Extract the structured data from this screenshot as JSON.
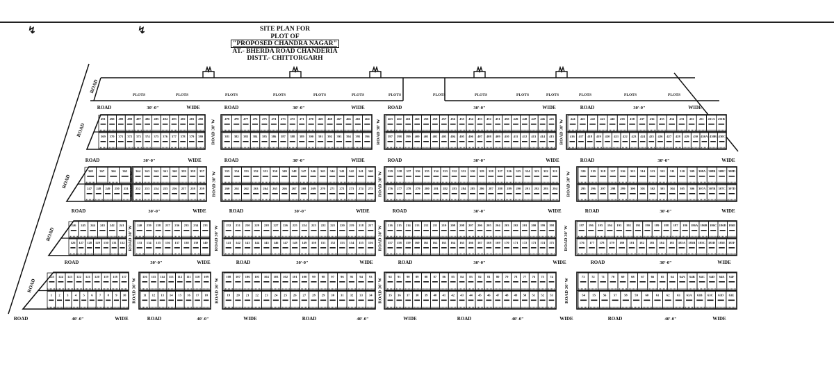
{
  "title": {
    "line1": "SITE PLAN FOR",
    "line2": "PLOT OF",
    "line3": "\"PROPOSED CHANDRA NAGAR\"",
    "line4": "AT.- BHERDA ROAD CHANDERIA",
    "line5": "DISTT.- CHITTORGARH"
  },
  "labels": {
    "plots": "PLOTS",
    "road": "ROAD",
    "road_30_w": "ROAD 30' W",
    "width_30": "30'-0\"",
    "width_40": "40'-0\"",
    "wide": "WIDE"
  },
  "blocks": [
    {
      "row": 1,
      "top": {
        "from": 491,
        "to": 480,
        "extra": []
      },
      "bottom": {
        "from": 369,
        "to": 380,
        "extra": []
      }
    },
    {
      "row": 1,
      "top": {
        "from": 479,
        "to": 464,
        "extra": []
      },
      "bottom": {
        "from": 381,
        "to": 396,
        "extra": []
      }
    },
    {
      "row": 1,
      "top": {
        "from": 463,
        "to": 445,
        "extra": []
      },
      "bottom": {
        "from": 397,
        "to": 415,
        "extra": []
      }
    },
    {
      "row": 1,
      "top": {
        "from": 444,
        "to": 431,
        "extra": [
          "431A",
          "431B"
        ]
      },
      "bottom": {
        "from": 416,
        "to": 430,
        "extra": [
          "430A",
          "430B",
          "430C"
        ]
      }
    },
    {
      "row": 2,
      "top": {
        "from": 368,
        "to": 365,
        "extra": []
      },
      "bottom": {
        "from": 247,
        "to": 251,
        "extra": []
      }
    },
    {
      "row": 2,
      "top": {
        "from": 364,
        "to": 357,
        "extra": []
      },
      "bottom": {
        "from": 252,
        "to": 259,
        "extra": []
      }
    },
    {
      "row": 2,
      "top": {
        "from": 355,
        "to": 340,
        "extra": []
      },
      "bottom": {
        "from": 260,
        "to": 275,
        "extra": []
      }
    },
    {
      "row": 2,
      "top": {
        "from": 339,
        "to": 321,
        "extra": []
      },
      "bottom": {
        "from": 276,
        "to": 294,
        "extra": []
      }
    },
    {
      "row": 2,
      "top": {
        "from": 320,
        "to": 309,
        "extra": [
          "308A",
          "308B",
          "308C",
          "308D"
        ]
      },
      "bottom": {
        "from": 295,
        "to": 306,
        "extra": [
          "307A",
          "307B",
          "307C",
          "307D"
        ]
      }
    },
    {
      "row": 3,
      "top": {
        "from": 246,
        "to": 241,
        "extra": []
      },
      "bottom": {
        "from": 126,
        "to": 132,
        "extra": []
      }
    },
    {
      "row": 3,
      "top": {
        "from": 240,
        "to": 233,
        "extra": []
      },
      "bottom": {
        "from": 133,
        "to": 140,
        "extra": []
      }
    },
    {
      "row": 3,
      "top": {
        "from": 232,
        "to": 217,
        "extra": []
      },
      "bottom": {
        "from": 141,
        "to": 156,
        "extra": []
      }
    },
    {
      "row": 3,
      "top": {
        "from": 216,
        "to": 198,
        "extra": []
      },
      "bottom": {
        "from": 157,
        "to": 175,
        "extra": []
      }
    },
    {
      "row": 3,
      "top": {
        "from": 197,
        "to": 186,
        "extra": [
          "186A",
          "186B",
          "186C",
          "186D",
          "186E"
        ]
      },
      "bottom": {
        "from": 176,
        "to": 185,
        "extra": [
          "185A",
          "185B",
          "185C",
          "185D",
          "185E",
          "185F"
        ]
      }
    },
    {
      "row": 4,
      "top": {
        "from": 125,
        "to": 117,
        "extra": []
      },
      "bottom": {
        "from": 1,
        "to": 10,
        "extra": []
      }
    },
    {
      "row": 4,
      "top": {
        "from": 116,
        "to": 109,
        "extra": []
      },
      "bottom": {
        "from": 11,
        "to": 18,
        "extra": []
      }
    },
    {
      "row": 4,
      "top": {
        "from": 108,
        "to": 93,
        "extra": []
      },
      "bottom": {
        "from": 19,
        "to": 34,
        "extra": []
      }
    },
    {
      "row": 4,
      "top": {
        "from": 92,
        "to": 74,
        "extra": []
      },
      "bottom": {
        "from": 35,
        "to": 53,
        "extra": []
      }
    },
    {
      "row": 4,
      "top": {
        "from": 73,
        "to": 64,
        "extra": [
          "64A",
          "64B",
          "64C",
          "64D",
          "64E",
          "64F"
        ]
      },
      "bottom": {
        "from": 54,
        "to": 63,
        "extra": [
          "63A",
          "63B",
          "63C",
          "63D",
          "63E"
        ]
      }
    }
  ]
}
